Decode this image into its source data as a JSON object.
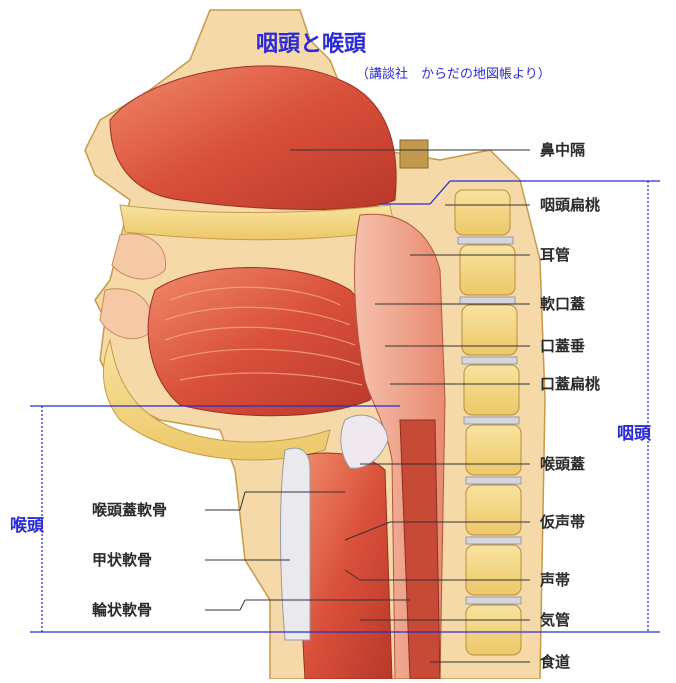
{
  "title": "咽頭と喉頭",
  "source": "（講談社　からだの地図帳より）",
  "regions": {
    "pharynx": "咽頭",
    "larynx": "喉頭"
  },
  "labels_right": [
    "鼻中隔",
    "咽頭扁桃",
    "耳管",
    "軟口蓋",
    "口蓋垂",
    "口蓋扁桃",
    "喉頭蓋",
    "仮声帯",
    "声帯",
    "気管",
    "食道"
  ],
  "labels_left": [
    "喉頭蓋軟骨",
    "甲状軟骨",
    "輪状軟骨"
  ],
  "colors": {
    "accent_blue": "#2a2ad8",
    "tissue_red": "#d9503a",
    "bone_yellow": "#f2d67a"
  }
}
